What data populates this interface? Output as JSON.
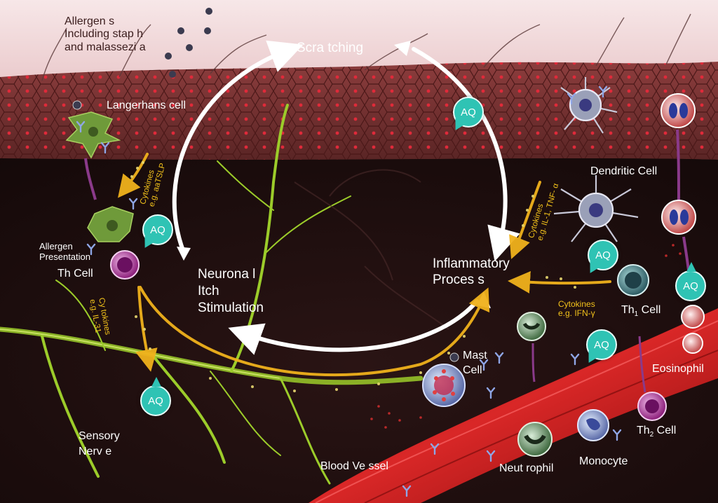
{
  "labels": {
    "allergens": [
      "Allergen s",
      "Including stap h",
      "and malassezi a"
    ],
    "scratching": "Scra tching",
    "langerhans": "Langerhans cell",
    "dendritic": "Dendritic Cell",
    "allergen_presentation": [
      "Allergen",
      "Presentation"
    ],
    "th_cell": "Th Cell",
    "neuronal": [
      "Neurona l",
      "Itch",
      "Stimulation"
    ],
    "inflammatory": [
      "Inflammatory",
      "Proces s"
    ],
    "th1_cell": {
      "prefix": "Th",
      "sub": "1",
      "suffix": " Cell"
    },
    "mast_cell": [
      "Mast",
      "Cell"
    ],
    "eosinophil": "Eosinophil",
    "th2_cell": {
      "prefix": "Th",
      "sub": "2",
      "suffix": " Cell"
    },
    "sensory_nerve": [
      "Sensory",
      "Nerv e"
    ],
    "blood_vessel": "Blood Ve ssel",
    "neutrophil": "Neut rophil",
    "monocyte": "Monocyte"
  },
  "cytokines": {
    "tslp": [
      "Cytokines",
      "e.g. aaTSLP"
    ],
    "il1": [
      "Cytokines",
      "e.g. IL-1, TNF- α"
    ],
    "il31": [
      "Cy tokines",
      "e.g. IL-31"
    ],
    "ifn": [
      "Cytokines",
      "e.g. IFN-γ"
    ]
  },
  "aq_badge": "AQ",
  "colors": {
    "aq": "#2fc3b4",
    "cytokine_arrow": "#f0b21c",
    "cycle_arrow": "#ffffff",
    "epidermis": "#7a3434",
    "nerve": "#9ccc2a"
  }
}
